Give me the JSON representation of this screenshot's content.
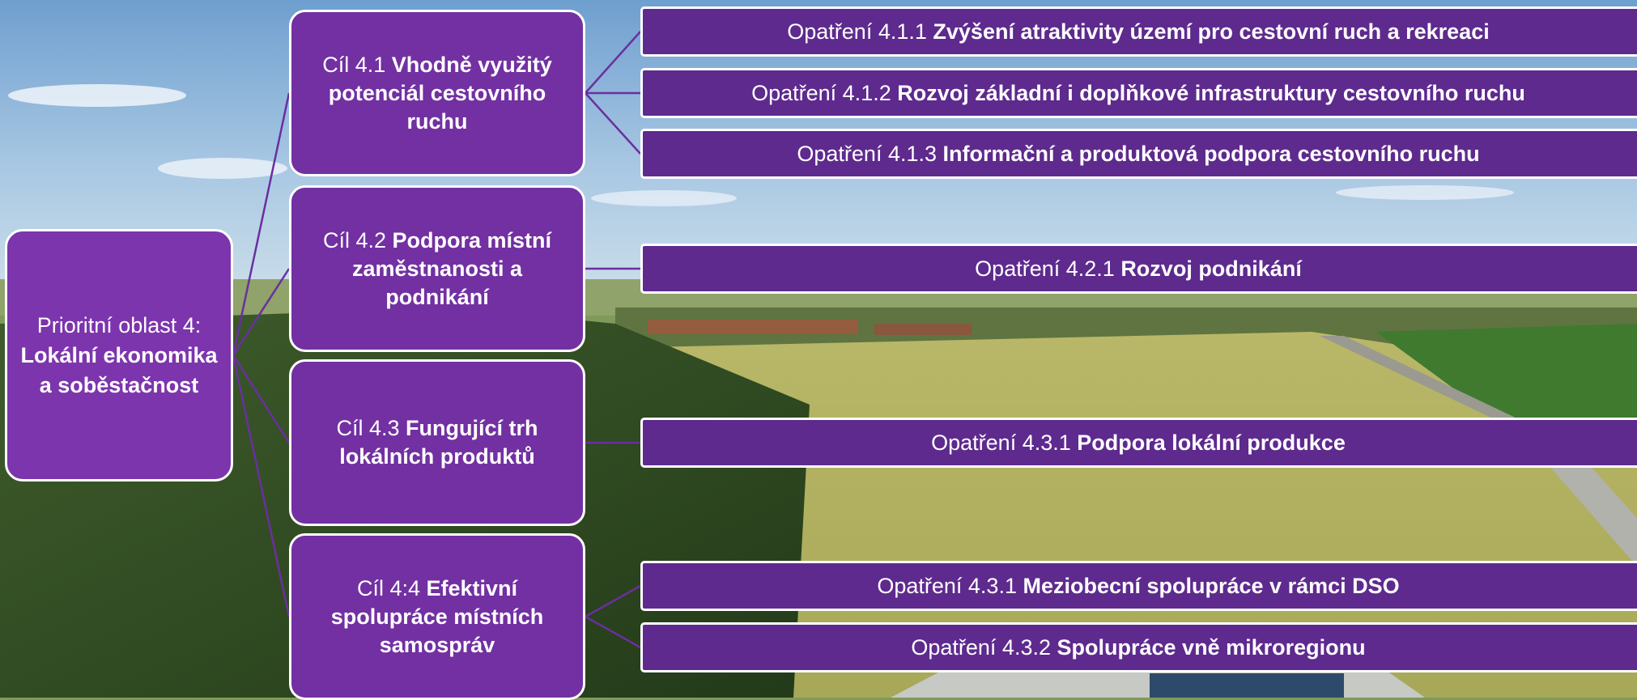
{
  "diagram": {
    "root": {
      "prefix": "Prioritní oblast 4:",
      "title": "Lokální ekonomika a soběstačnost"
    },
    "goals": [
      {
        "prefix": "Cíl 4.1",
        "title": "Vhodně využitý potenciál cestovního ruchu",
        "measures": [
          {
            "prefix": "Opatření 4.1.1",
            "title": "Zvýšení atraktivity území pro cestovní ruch a rekreaci"
          },
          {
            "prefix": "Opatření 4.1.2",
            "title": "Rozvoj základní i doplňkové infrastruktury cestovního ruchu"
          },
          {
            "prefix": "Opatření 4.1.3",
            "title": "Informační a produktová podpora cestovního ruchu"
          }
        ]
      },
      {
        "prefix": "Cíl 4.2",
        "title": "Podpora místní zaměstnanosti a podnikání",
        "measures": [
          {
            "prefix": "Opatření 4.2.1",
            "title": "Rozvoj podnikání"
          }
        ]
      },
      {
        "prefix": "Cíl 4.3",
        "title": "Fungující trh lokálních produktů",
        "measures": [
          {
            "prefix": "Opatření 4.3.1",
            "title": "Podpora lokální produkce"
          }
        ]
      },
      {
        "prefix": "Cíl 4:4",
        "title": "Efektivní spolupráce místních samospráv",
        "measures": [
          {
            "prefix": "Opatření 4.3.1",
            "title": "Meziobecní spolupráce v rámci DSO"
          },
          {
            "prefix": "Opatření 4.3.2",
            "title": "Spolupráce vně mikroregionu"
          }
        ]
      }
    ]
  },
  "colors": {
    "root_fill": "#7c35ad",
    "goal_fill": "#7230a2",
    "measure_fill": "#5e2a8e",
    "connector": "#6a2fa0",
    "border": "#ffffff"
  }
}
